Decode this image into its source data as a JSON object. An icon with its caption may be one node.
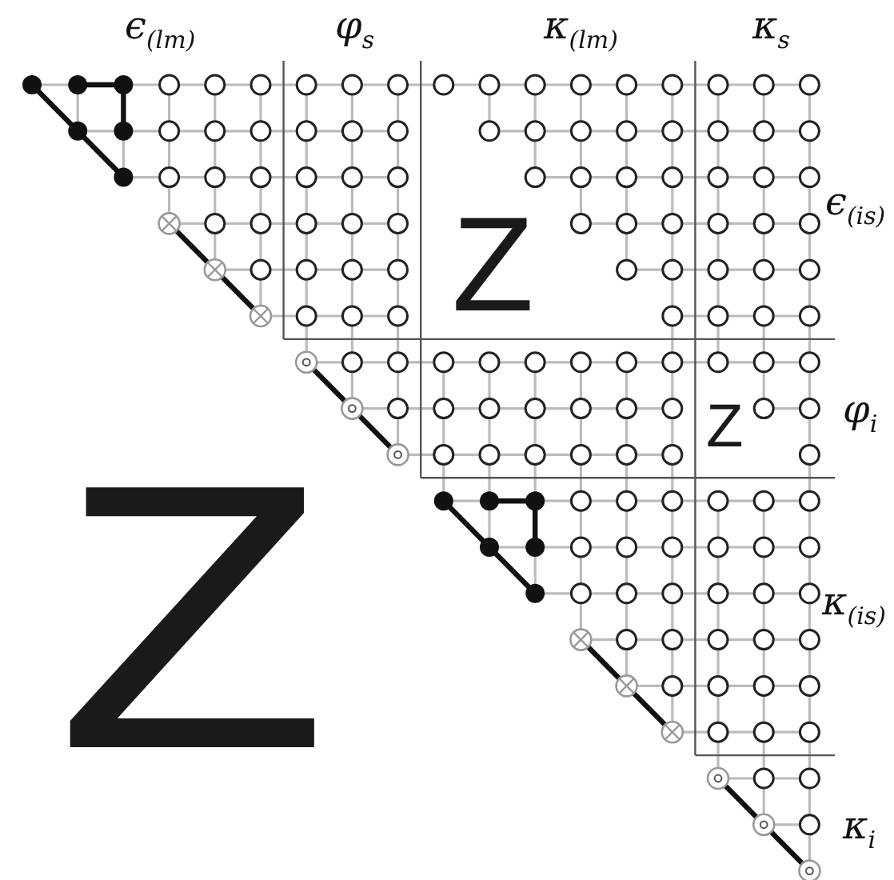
{
  "diagram": {
    "labels": [
      "ϵ$_{(lm)}$",
      "φ$_{s}$",
      "κ$_{(lm)}$",
      "κ$_{s}$",
      "ϵ$_{(is)}$",
      "Z",
      "Z",
      "φ$_{i}$",
      "Z",
      "κ$_{(is)}$",
      "κ$_{i}$"
    ]
  }
}
